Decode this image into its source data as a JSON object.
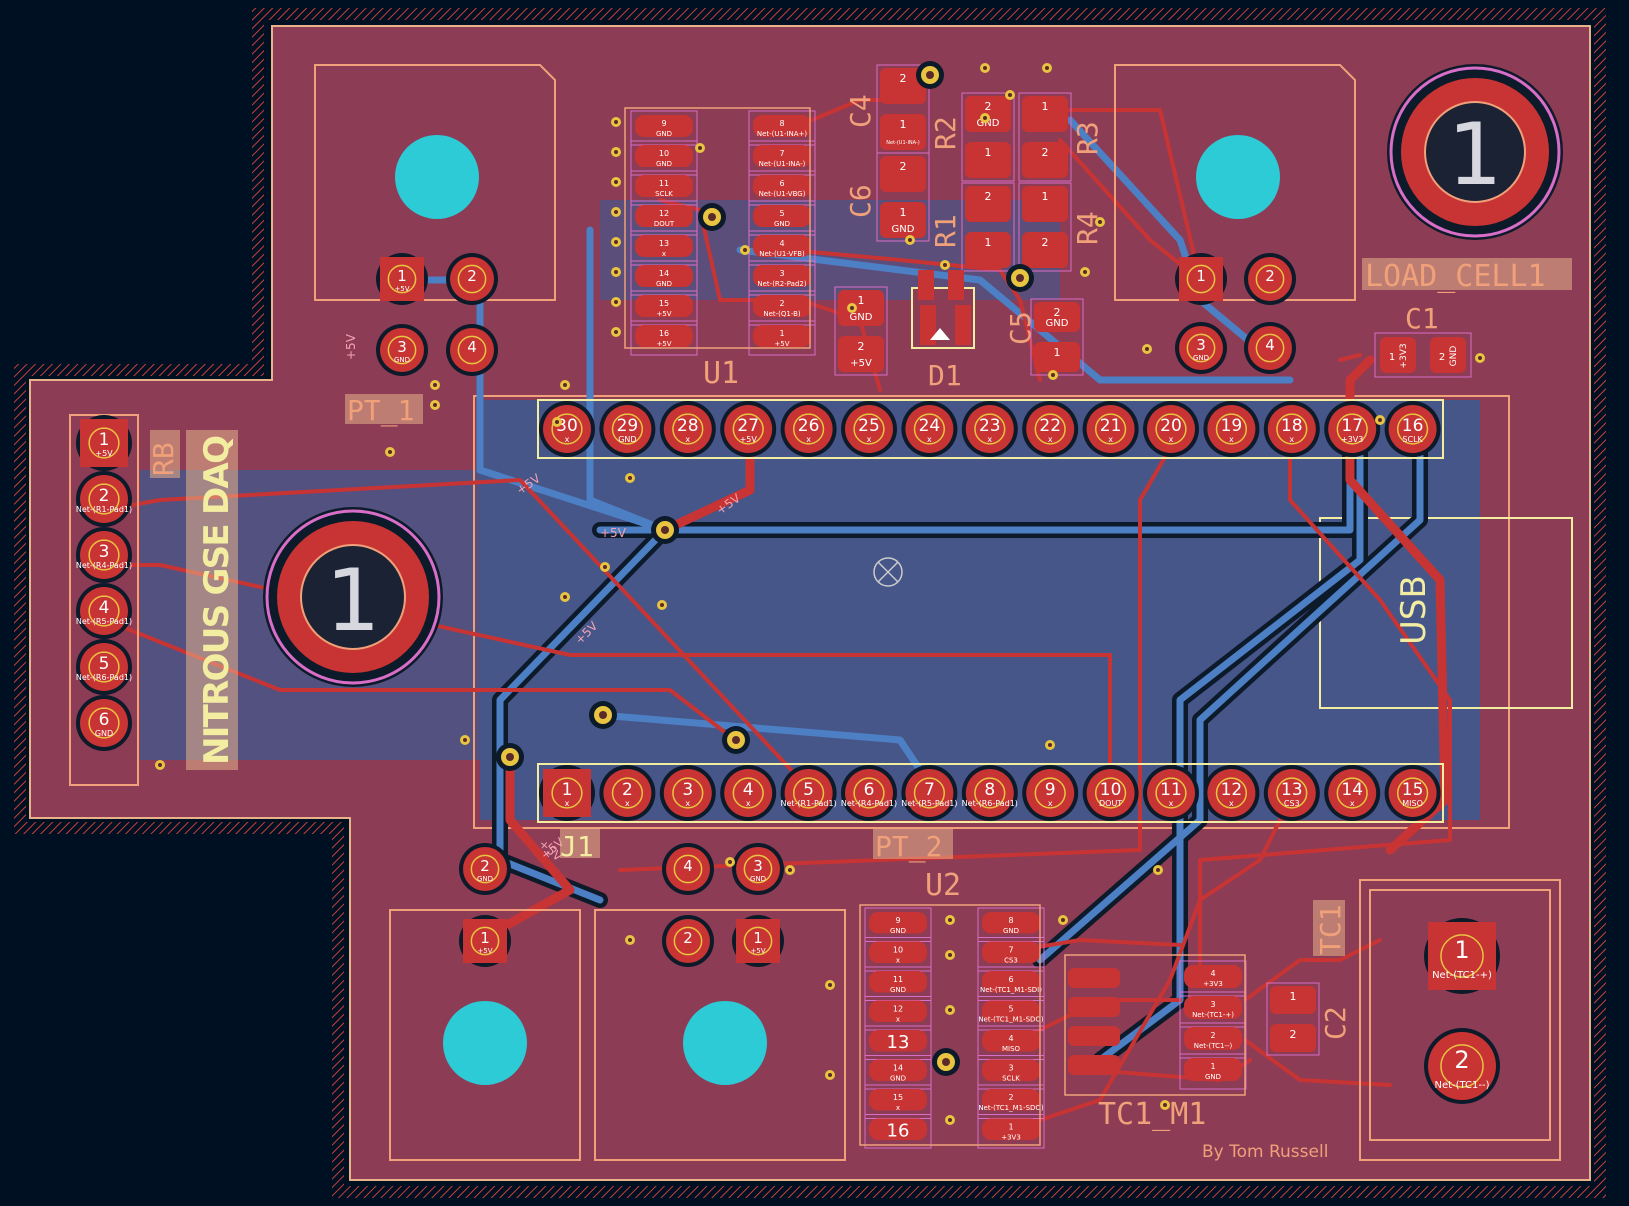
{
  "colors": {
    "background": "#001023",
    "board": "#8c3c55",
    "board_edge": "#e8b28a",
    "copper_top": "#c83434",
    "copper_bottom": "#4d7fc4",
    "silk": "#f2eda1",
    "fab": "#f0a17a",
    "pad_label": "#ffffff",
    "via_ring": "#e8c440",
    "hole": "#2ccbd5",
    "dark": "#0d1a2a"
  },
  "labels": {
    "board_title": "NITROUS GSE DAQ",
    "author": "By Tom Russell",
    "usb": "USB",
    "load_cell": "LOAD_CELL1",
    "pt1": "PT_1",
    "pt2": "PT_2",
    "u1": "U1",
    "u2": "U2",
    "j1": "J1",
    "rb": "RB",
    "tc1": "TC1",
    "tc1_m1": "TC1_M1",
    "c1": "C1",
    "c2": "C2",
    "c4": "C4",
    "c5": "C5",
    "c6": "C6",
    "r1": "R1",
    "r2": "R2",
    "r3": "R3",
    "r4": "R4",
    "d1": "D1",
    "mount_1": "1",
    "mount_2": "1"
  },
  "header_top": [
    {
      "num": "30",
      "net": "x"
    },
    {
      "num": "29",
      "net": "GND"
    },
    {
      "num": "28",
      "net": "x"
    },
    {
      "num": "27",
      "net": "+5V"
    },
    {
      "num": "26",
      "net": "x"
    },
    {
      "num": "25",
      "net": "x"
    },
    {
      "num": "24",
      "net": "x"
    },
    {
      "num": "23",
      "net": "x"
    },
    {
      "num": "22",
      "net": "x"
    },
    {
      "num": "21",
      "net": "x"
    },
    {
      "num": "20",
      "net": "x"
    },
    {
      "num": "19",
      "net": "x"
    },
    {
      "num": "18",
      "net": "x"
    },
    {
      "num": "17",
      "net": "+3V3"
    },
    {
      "num": "16",
      "net": "SCLK"
    }
  ],
  "header_bottom": [
    {
      "num": "1",
      "net": "x"
    },
    {
      "num": "2",
      "net": "x"
    },
    {
      "num": "3",
      "net": "x"
    },
    {
      "num": "4",
      "net": "x"
    },
    {
      "num": "5",
      "net": "Net-(R1-Pad1)"
    },
    {
      "num": "6",
      "net": "Net-(R4-Pad1)"
    },
    {
      "num": "7",
      "net": "Net-(R5-Pad1)"
    },
    {
      "num": "8",
      "net": "Net-(R6-Pad1)"
    },
    {
      "num": "9",
      "net": "x"
    },
    {
      "num": "10",
      "net": "DOUT"
    },
    {
      "num": "11",
      "net": "x"
    },
    {
      "num": "12",
      "net": "x"
    },
    {
      "num": "13",
      "net": "CS3"
    },
    {
      "num": "14",
      "net": "x"
    },
    {
      "num": "15",
      "net": "MISO"
    }
  ],
  "rb_connector": [
    {
      "num": "1",
      "net": "+5V"
    },
    {
      "num": "2",
      "net": "Net-(R1-Pad1)"
    },
    {
      "num": "3",
      "net": "Net-(R4-Pad1)"
    },
    {
      "num": "4",
      "net": "Net-(R5-Pad1)"
    },
    {
      "num": "5",
      "net": "Net-(R6-Pad1)"
    },
    {
      "num": "6",
      "net": "GND"
    }
  ],
  "u1_left": [
    {
      "num": "9",
      "net": "GND"
    },
    {
      "num": "10",
      "net": "GND"
    },
    {
      "num": "11",
      "net": "SCLK"
    },
    {
      "num": "12",
      "net": "DOUT"
    },
    {
      "num": "13",
      "net": "x"
    },
    {
      "num": "14",
      "net": "GND"
    },
    {
      "num": "15",
      "net": "+5V"
    },
    {
      "num": "16",
      "net": "+5V"
    }
  ],
  "u1_right": [
    {
      "num": "8",
      "net": "Net-(U1-INA+)"
    },
    {
      "num": "7",
      "net": "Net-(U1-INA-)"
    },
    {
      "num": "6",
      "net": "Net-(U1-VBG)"
    },
    {
      "num": "5",
      "net": "GND"
    },
    {
      "num": "4",
      "net": "Net-(U1-VFB)"
    },
    {
      "num": "3",
      "net": "Net-(R2-Pad2)"
    },
    {
      "num": "2",
      "net": "Net-(Q1-B)"
    },
    {
      "num": "1",
      "net": "+5V"
    }
  ],
  "u2_left": [
    {
      "num": "9",
      "net": "GND"
    },
    {
      "num": "10",
      "net": "x"
    },
    {
      "num": "11",
      "net": "GND"
    },
    {
      "num": "12",
      "net": "x"
    },
    {
      "num": "13",
      "net": ""
    },
    {
      "num": "14",
      "net": "GND"
    },
    {
      "num": "15",
      "net": "x"
    },
    {
      "num": "16",
      "net": ""
    }
  ],
  "u2_right": [
    {
      "num": "8",
      "net": "GND"
    },
    {
      "num": "7",
      "net": "CS3"
    },
    {
      "num": "6",
      "net": "Net-(TC1_M1-SDI)"
    },
    {
      "num": "5",
      "net": "Net-(TC1_M1-SDO)"
    },
    {
      "num": "4",
      "net": "MISO"
    },
    {
      "num": "3",
      "net": "SCLK"
    },
    {
      "num": "2",
      "net": "Net-(TC1_M1-SDO)"
    },
    {
      "num": "1",
      "net": "+3V3"
    }
  ],
  "tc1_m1_pads": [
    {
      "num": "4",
      "net": "+3V3"
    },
    {
      "num": "3",
      "net": "Net-(TC1-+)"
    },
    {
      "num": "2",
      "net": "Net-(TC1--)"
    },
    {
      "num": "1",
      "net": "GND"
    }
  ],
  "tc1_connector": [
    {
      "num": "1",
      "net": "Net-(TC1-+)"
    },
    {
      "num": "2",
      "net": "Net-(TC1--)"
    }
  ],
  "load_cell_pads": [
    {
      "num": "1",
      "net": ""
    },
    {
      "num": "2",
      "net": ""
    },
    {
      "num": "3",
      "net": "GND"
    },
    {
      "num": "4",
      "net": ""
    }
  ],
  "pt1_pads": [
    {
      "num": "1",
      "net": "+5V"
    },
    {
      "num": "2",
      "net": ""
    },
    {
      "num": "3",
      "net": "GND"
    },
    {
      "num": "4",
      "net": ""
    }
  ],
  "pt2_pads": [
    {
      "num": "2",
      "net": "GND"
    },
    {
      "num": "1",
      "net": "+5V"
    }
  ],
  "pt3_pads": [
    {
      "num": "4",
      "net": ""
    },
    {
      "num": "3",
      "net": "GND"
    },
    {
      "num": "2",
      "net": ""
    },
    {
      "num": "1",
      "net": "+5V"
    }
  ],
  "passives": {
    "c4": [
      {
        "num": "2",
        "net": ""
      },
      {
        "num": "1",
        "net": "Net-(U1-INA-)"
      }
    ],
    "c6": [
      {
        "num": "2",
        "net": ""
      },
      {
        "num": "1",
        "net": "GND"
      }
    ],
    "r2": [
      {
        "num": "2",
        "net": "GND"
      },
      {
        "num": "1",
        "net": ""
      }
    ],
    "r3": [
      {
        "num": "1",
        "net": ""
      },
      {
        "num": "2",
        "net": ""
      }
    ],
    "r1": [
      {
        "num": "2",
        "net": ""
      },
      {
        "num": "1",
        "net": ""
      }
    ],
    "r4": [
      {
        "num": "1",
        "net": ""
      },
      {
        "num": "2",
        "net": ""
      }
    ],
    "c_mid": [
      {
        "num": "1",
        "net": "GND"
      },
      {
        "num": "2",
        "net": "+5V"
      }
    ],
    "c5": [
      {
        "num": "2",
        "net": "GND"
      },
      {
        "num": "1",
        "net": ""
      }
    ],
    "c1": [
      {
        "num": "1",
        "net": "+3V3"
      },
      {
        "num": "2",
        "net": "GND"
      }
    ],
    "c2": [
      {
        "num": "1",
        "net": ""
      },
      {
        "num": "2",
        "net": ""
      }
    ]
  },
  "track_net_labels": [
    "+5V",
    "+5V",
    "+5V",
    "+5V",
    "+5V",
    "+5V",
    "+5V"
  ]
}
